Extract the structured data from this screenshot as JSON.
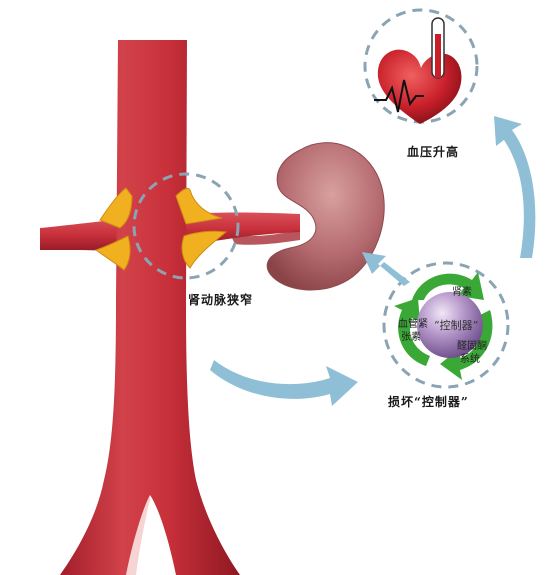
{
  "labels": {
    "renal_artery_stenosis": "肾动脉狭窄",
    "blood_pressure_rise": "血压升高",
    "damage_controller": "损坏“控制器”"
  },
  "controller": {
    "center": "“控制器”",
    "renin": "肾素",
    "angiotensin_line1": "血管紧",
    "angiotensin_line2": "张素",
    "aldosterone_line1": "醛固酮",
    "aldosterone_line2": "系统"
  },
  "colors": {
    "artery": "#c8303a",
    "artery_dark": "#9e1c28",
    "plaque": "#f0b020",
    "kidney": "#b86a6e",
    "dashed_circle": "#8aa4b4",
    "arrow": "#8fbfd6",
    "recycle_green": "#3aa836",
    "controller_purple": "#a68bc0",
    "heart_red": "#c8202a"
  }
}
